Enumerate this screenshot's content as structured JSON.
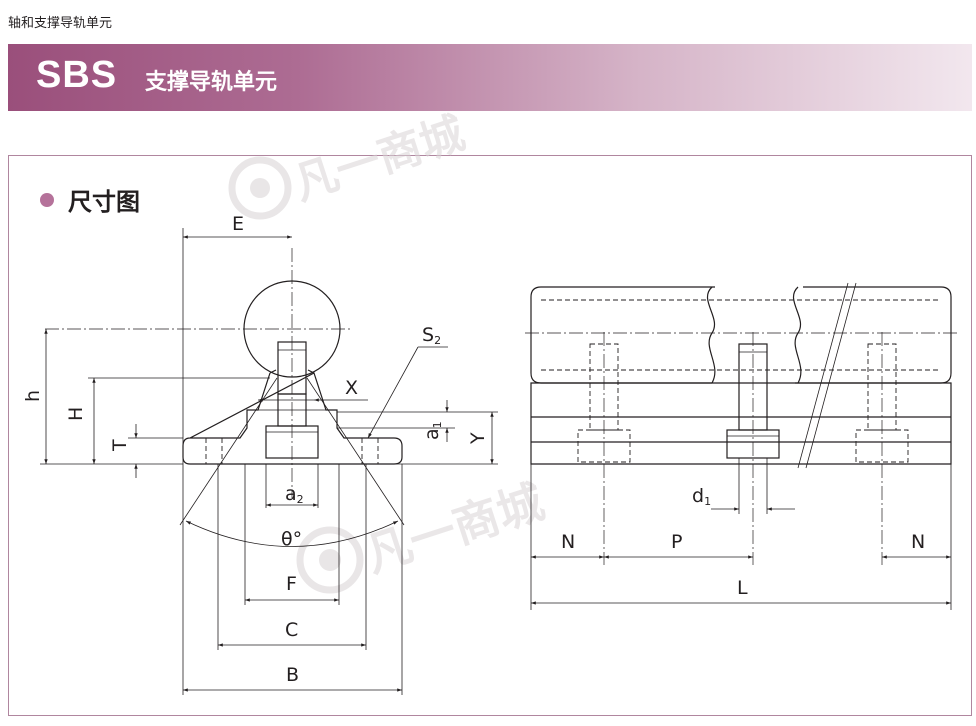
{
  "breadcrumb": "轴和支撑导轨单元",
  "banner": {
    "code": "SBS",
    "title": "支撑导轨单元"
  },
  "section": {
    "title": "尺寸图"
  },
  "watermark": {
    "text": "凡一商城"
  },
  "colors": {
    "banner_start": "#9a4f7b",
    "banner_end": "#f2e7ee",
    "bullet": "#b5729a",
    "frame": "#b0869f",
    "ink": "#231f20"
  },
  "labels": {
    "E": "E",
    "S2": "S",
    "S2_sub": "2",
    "h": "h",
    "H": "H",
    "T": "T",
    "X": "X",
    "a1": "a",
    "a1_sub": "1",
    "Y": "Y",
    "a2": "a",
    "a2_sub": "2",
    "theta": "θ°",
    "F": "F",
    "C": "C",
    "B": "B",
    "d1": "d",
    "d1_sub": "1",
    "N_left": "N",
    "P": "P",
    "N_right": "N",
    "L": "L"
  }
}
